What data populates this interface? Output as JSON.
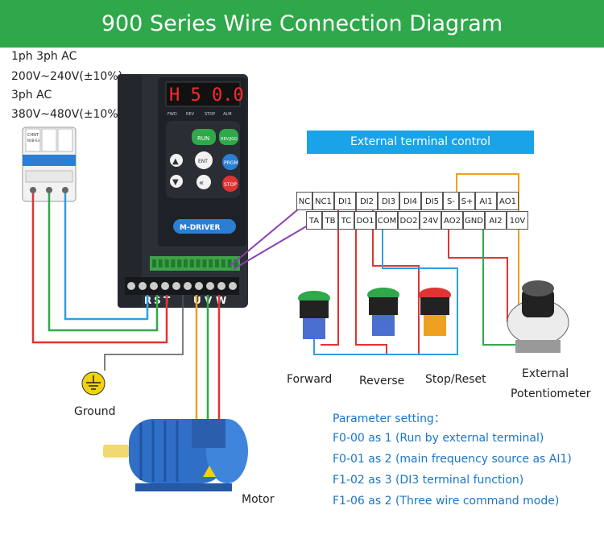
{
  "title": "900 Series Wire Connection Diagram",
  "power": {
    "line1": "1ph 3ph AC",
    "line2": "200V~240V(±10%)",
    "line3": "3ph AC",
    "line4": "380V~480V(±10%)"
  },
  "breaker": {
    "brand": "CHNT",
    "model": "NXB-63"
  },
  "vfd": {
    "display": "H 5 0.0",
    "indicators": [
      "FWD",
      "REV",
      "STOP",
      "ALM"
    ],
    "buttons": {
      "run": "RUN",
      "rev_jog": "REV/JOG",
      "ent": "ENT",
      "prgm": "PRGM",
      "stop": "STOP"
    },
    "logo": "M-DRIVER",
    "power_terminals": [
      "R",
      "S",
      "T",
      "U",
      "V",
      "W"
    ]
  },
  "external_control": {
    "label": "External terminal control"
  },
  "terminals": {
    "top": [
      "NC",
      "NC1",
      "DI1",
      "DI2",
      "DI3",
      "DI4",
      "DI5",
      "S-",
      "S+",
      "AI1",
      "AO1"
    ],
    "bottom": [
      "TA",
      "TB",
      "TC",
      "DO1",
      "COM",
      "DO2",
      "24V",
      "AO2",
      "GND",
      "AI2",
      "10V"
    ]
  },
  "labels": {
    "forward": "Forward",
    "reverse": "Reverse",
    "stop_reset": "Stop/Reset",
    "potentiometer_line1": "External",
    "potentiometer_line2": "Potentiometer",
    "ground": "Ground",
    "motor": "Motor"
  },
  "parameters": {
    "heading": "Parameter setting：",
    "items": [
      "F0-00 as 1 (Run by external terminal)",
      "F0-01 as 2 (main frequency source as AI1)",
      "F1-02 as 3 (DI3 terminal function)",
      "F1-06 as 2 (Three wire command mode)"
    ]
  },
  "colors": {
    "banner": "#2ea84a",
    "wire_red": "#e03434",
    "wire_green": "#2faa4a",
    "wire_blue": "#2f9fe0",
    "wire_orange": "#f0a020",
    "wire_purple": "#8a3fb0",
    "parameter_text": "#1976c9"
  }
}
